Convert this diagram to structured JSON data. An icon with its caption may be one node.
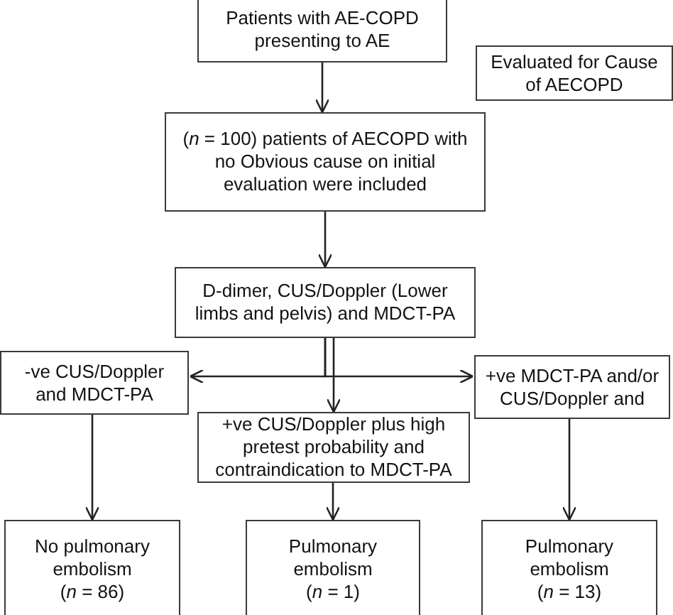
{
  "diagram": {
    "nodes": [
      {
        "text": [
          "Patients with AE-COPD presenting to AE"
        ]
      },
      {
        "text": [
          "Evaluated for Cause of AECOPD"
        ]
      },
      {
        "text": [
          "(*n* = 100) patients of AECOPD with no Obvious cause on initial evaluation were included"
        ]
      },
      {
        "text": [
          "D-dimer, CUS/Doppler (Lower limbs and pelvis) and MDCT-PA"
        ]
      },
      {
        "text": [
          "-ve CUS/Doppler and MDCT-PA"
        ]
      },
      {
        "text": [
          "+ve CUS/Doppler plus high pretest probability and contraindication to MDCT-PA"
        ]
      },
      {
        "text": [
          "+ve MDCT-PA and/or CUS/Doppler and"
        ]
      },
      {
        "text": [
          "No pulmonary embolism",
          "(*n* = 86)"
        ]
      },
      {
        "text": [
          "Pulmonary embolism",
          "(*n* = 1)"
        ]
      },
      {
        "text": [
          "Pulmonary embolism",
          "(*n* = 13)"
        ]
      }
    ],
    "edges": [
      {
        "from": 0,
        "to": 2,
        "arrow": "to"
      },
      {
        "from": 2,
        "to": 3,
        "arrow": "to"
      },
      {
        "from": 3,
        "to": 4,
        "arrow": "to"
      },
      {
        "from": 3,
        "to": 6,
        "arrow": "to"
      },
      {
        "from": 3,
        "to": 5,
        "arrow": "to"
      },
      {
        "from": 4,
        "to": 7,
        "arrow": "to"
      },
      {
        "from": 5,
        "to": 8,
        "arrow": "to"
      },
      {
        "from": 6,
        "to": 9,
        "arrow": "to"
      }
    ]
  }
}
